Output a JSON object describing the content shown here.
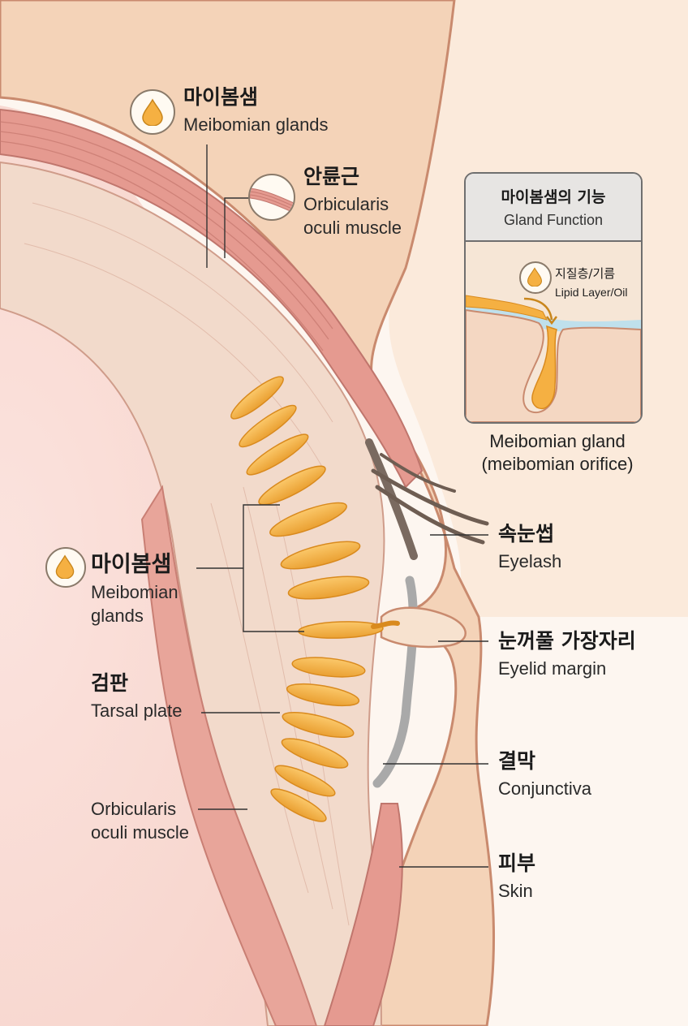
{
  "labels": {
    "meibomian_top": {
      "ko": "마이봄샘",
      "en": "Meibomian glands"
    },
    "orbicularis_top": {
      "ko": "안륜근",
      "en_line1": "Orbicularis",
      "en_line2": "oculi muscle"
    },
    "meibomian_mid": {
      "ko": "마이봄샘",
      "en_line1": "Meibomian",
      "en_line2": "glands"
    },
    "tarsal": {
      "ko": "검판",
      "en": "Tarsal plate"
    },
    "orbicularis_bottom": {
      "en_line1": "Orbicularis",
      "en_line2": "oculi muscle"
    },
    "eyelash": {
      "ko": "속눈썹",
      "en": "Eyelash"
    },
    "margin": {
      "ko": "눈꺼풀 가장자리",
      "en": "Eyelid margin"
    },
    "conjunctiva": {
      "ko": "결막",
      "en": "Conjunctiva"
    },
    "skin": {
      "ko": "피부",
      "en": "Skin"
    }
  },
  "inset": {
    "title": "마이봄샘의 기능",
    "subtitle": "Gland Function",
    "lipid_ko": "지질층/기름",
    "lipid_en": "Lipid Layer/Oil",
    "caption_line1": "Meibomian gland",
    "caption_line2": "(meibomian orifice)"
  },
  "icons": [
    "oil-drop-icon",
    "muscle-fiber-icon"
  ],
  "colors": {
    "skin": "#f6dcc0",
    "muscle": "#e39a90",
    "muscle_dark": "#c9776e",
    "tarsal": "#f3d8c8",
    "gland": "#f5b042",
    "gland_dark": "#d98a1e",
    "conjunctiva": "#a8a8a8",
    "tear": "#bfe0ec",
    "background": "#fdf6f0"
  }
}
